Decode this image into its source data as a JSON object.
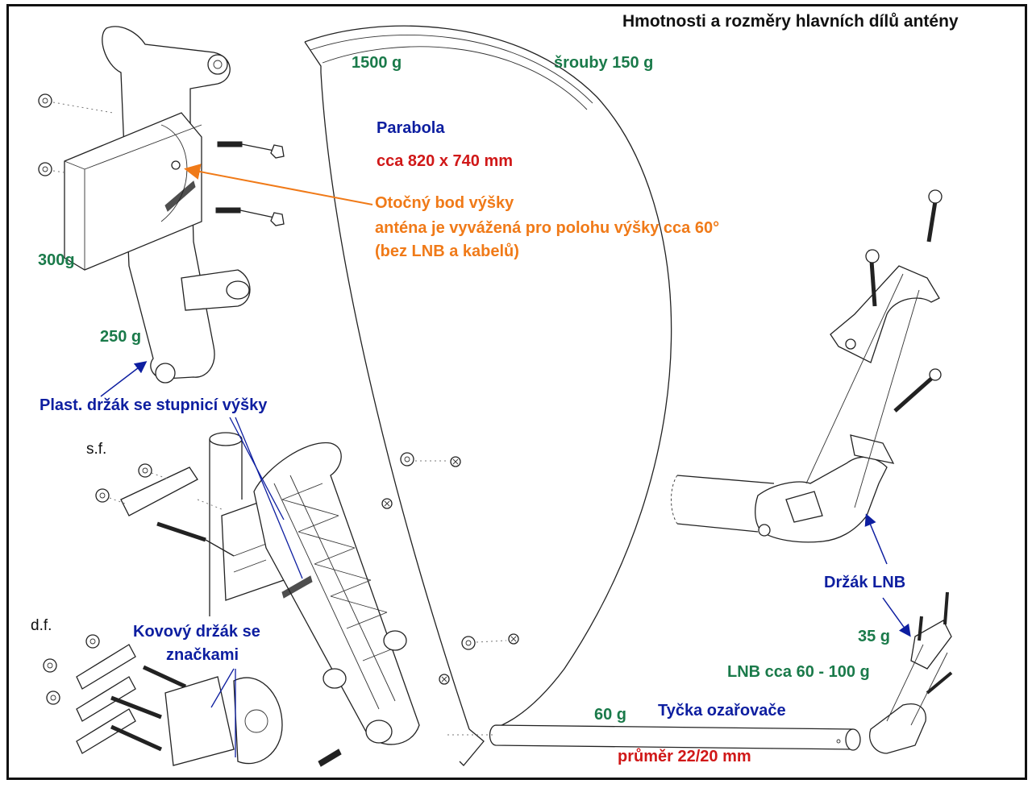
{
  "title": "Hmotnosti a rozměry hlavních dílů antény",
  "colors": {
    "weight": "#1a7a4a",
    "part_name": "#0d1ea0",
    "dimension": "#d01818",
    "note": "#f07a18",
    "border": "#111111"
  },
  "labels": {
    "dish_weight": "1500 g",
    "screws_weight": "šrouby 150 g",
    "dish_name": "Parabola",
    "dish_size": "cca 820 x 740 mm",
    "pivot_note_line1": "Otočný bod výšky",
    "pivot_note_line2": "anténa je vyvážená pro polohu výšky cca 60°",
    "pivot_note_line3": "(bez LNB a kabelů)",
    "bracket_weight_metal": "300g",
    "bracket_weight_plastic": "250 g",
    "plastic_bracket_name": "Plast. držák se stupnicí výšky",
    "single_feed": "s.f.",
    "dual_feed": "d.f.",
    "metal_bracket_name_line1": "Kovový držák se",
    "metal_bracket_name_line2": "značkami",
    "lnb_holder_name": "Držák LNB",
    "lnb_holder_weight": "35 g",
    "lnb_weight": "LNB cca 60 - 100 g",
    "feed_arm_weight": "60 g",
    "feed_arm_name": "Tyčka ozařovače",
    "feed_arm_diameter": "průměr 22/20 mm"
  },
  "icons": {
    "arrows": [
      "pivot-pointer-arrow",
      "plastic-bracket-arrow",
      "lnb-holder-arrow",
      "metal-bracket-arrow"
    ]
  }
}
